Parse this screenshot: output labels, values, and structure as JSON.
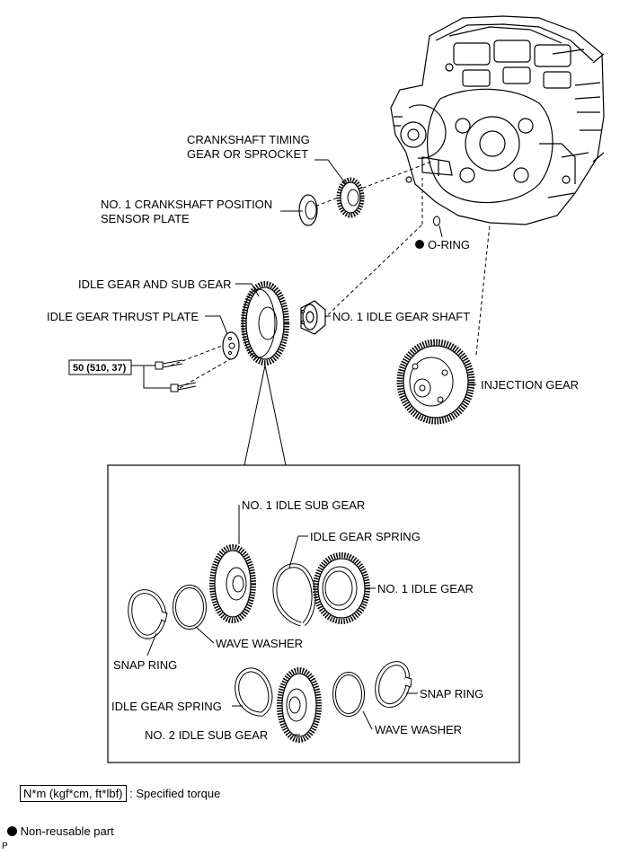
{
  "labels": {
    "crankshaft_timing_gear_1": "CRANKSHAFT TIMING",
    "crankshaft_timing_gear_2": "GEAR OR SPROCKET",
    "sensor_plate_1": "NO. 1 CRANKSHAFT POSITION",
    "sensor_plate_2": "SENSOR PLATE",
    "o_ring": "O-RING",
    "idle_gear_and_sub_gear": "IDLE GEAR AND SUB GEAR",
    "idle_gear_thrust_plate": "IDLE GEAR THRUST PLATE",
    "no1_idle_gear_shaft": "NO. 1 IDLE GEAR SHAFT",
    "torque_value": "50 (510, 37)",
    "injection_gear": "INJECTION GEAR",
    "no1_idle_sub_gear": "NO. 1 IDLE SUB GEAR",
    "idle_gear_spring_top": "IDLE GEAR SPRING",
    "no1_idle_gear": "NO. 1 IDLE GEAR",
    "wave_washer_top": "WAVE WASHER",
    "snap_ring_left": "SNAP RING",
    "idle_gear_spring_bottom": "IDLE GEAR SPRING",
    "snap_ring_right": "SNAP RING",
    "no2_idle_sub_gear": "NO. 2 IDLE SUB GEAR",
    "wave_washer_bottom": "WAVE WASHER"
  },
  "legend": {
    "torque_unit": "N*m (kgf*cm, ft*lbf)",
    "torque_desc": ": Specified torque",
    "non_reusable": "Non-reusable part",
    "corner_mark": "P"
  }
}
